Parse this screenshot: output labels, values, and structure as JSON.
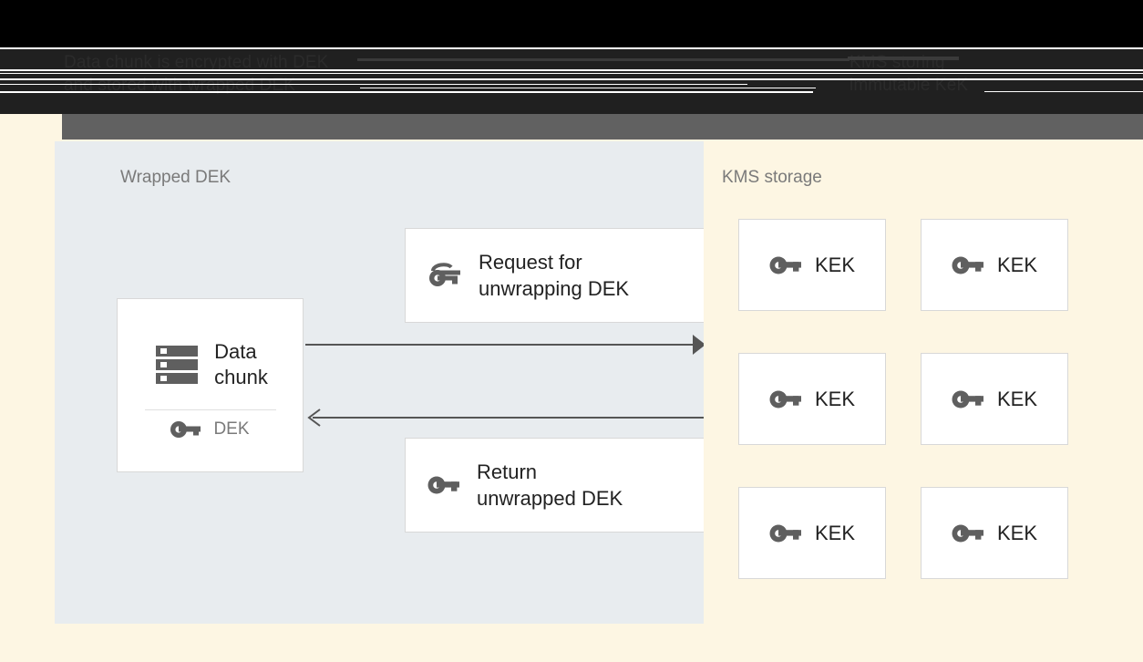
{
  "banner": {
    "left_lines": [
      "Data chunk is encrypted with DEK",
      "and stored with wrapped DEK"
    ],
    "right_lines": [
      "KMS storing",
      "immutable KeK"
    ],
    "background_black": "#000000",
    "background_dark": "#202020",
    "text_color": "#2b2b2b",
    "bar_color": "#616161"
  },
  "left_panel": {
    "title": "Wrapped DEK",
    "title_icon": "wrapped-key-icon",
    "background": "#e8ecef",
    "data_chunk_card": {
      "icon": "server-stack-icon",
      "label": "Data\nchunk",
      "key_icon": "key-icon",
      "key_label": "DEK"
    },
    "messages": [
      {
        "icon": "wrapped-key-icon",
        "label": "Request for\nunwrapping DEK"
      },
      {
        "icon": "key-icon",
        "label": "Return\nunwrapped DEK"
      }
    ],
    "arrows": [
      {
        "direction": "right",
        "name": "request-arrow"
      },
      {
        "direction": "left",
        "name": "response-arrow"
      }
    ],
    "arrow_color": "#555555"
  },
  "right_panel": {
    "title": "KMS storage",
    "background": "#fdf6e3",
    "kek_cards": [
      {
        "icon": "key-icon",
        "label": "KEK"
      },
      {
        "icon": "key-icon",
        "label": "KEK"
      },
      {
        "icon": "key-icon",
        "label": "KEK"
      },
      {
        "icon": "key-icon",
        "label": "KEK"
      },
      {
        "icon": "key-icon",
        "label": "KEK"
      },
      {
        "icon": "key-icon",
        "label": "KEK"
      }
    ]
  },
  "colors": {
    "card_background": "#ffffff",
    "card_border": "#d8d8d8",
    "icon_grey": "#5f5f5f",
    "muted_text": "#7a7a7a",
    "body_text": "#222222",
    "canvas": "#fdf6e3"
  }
}
